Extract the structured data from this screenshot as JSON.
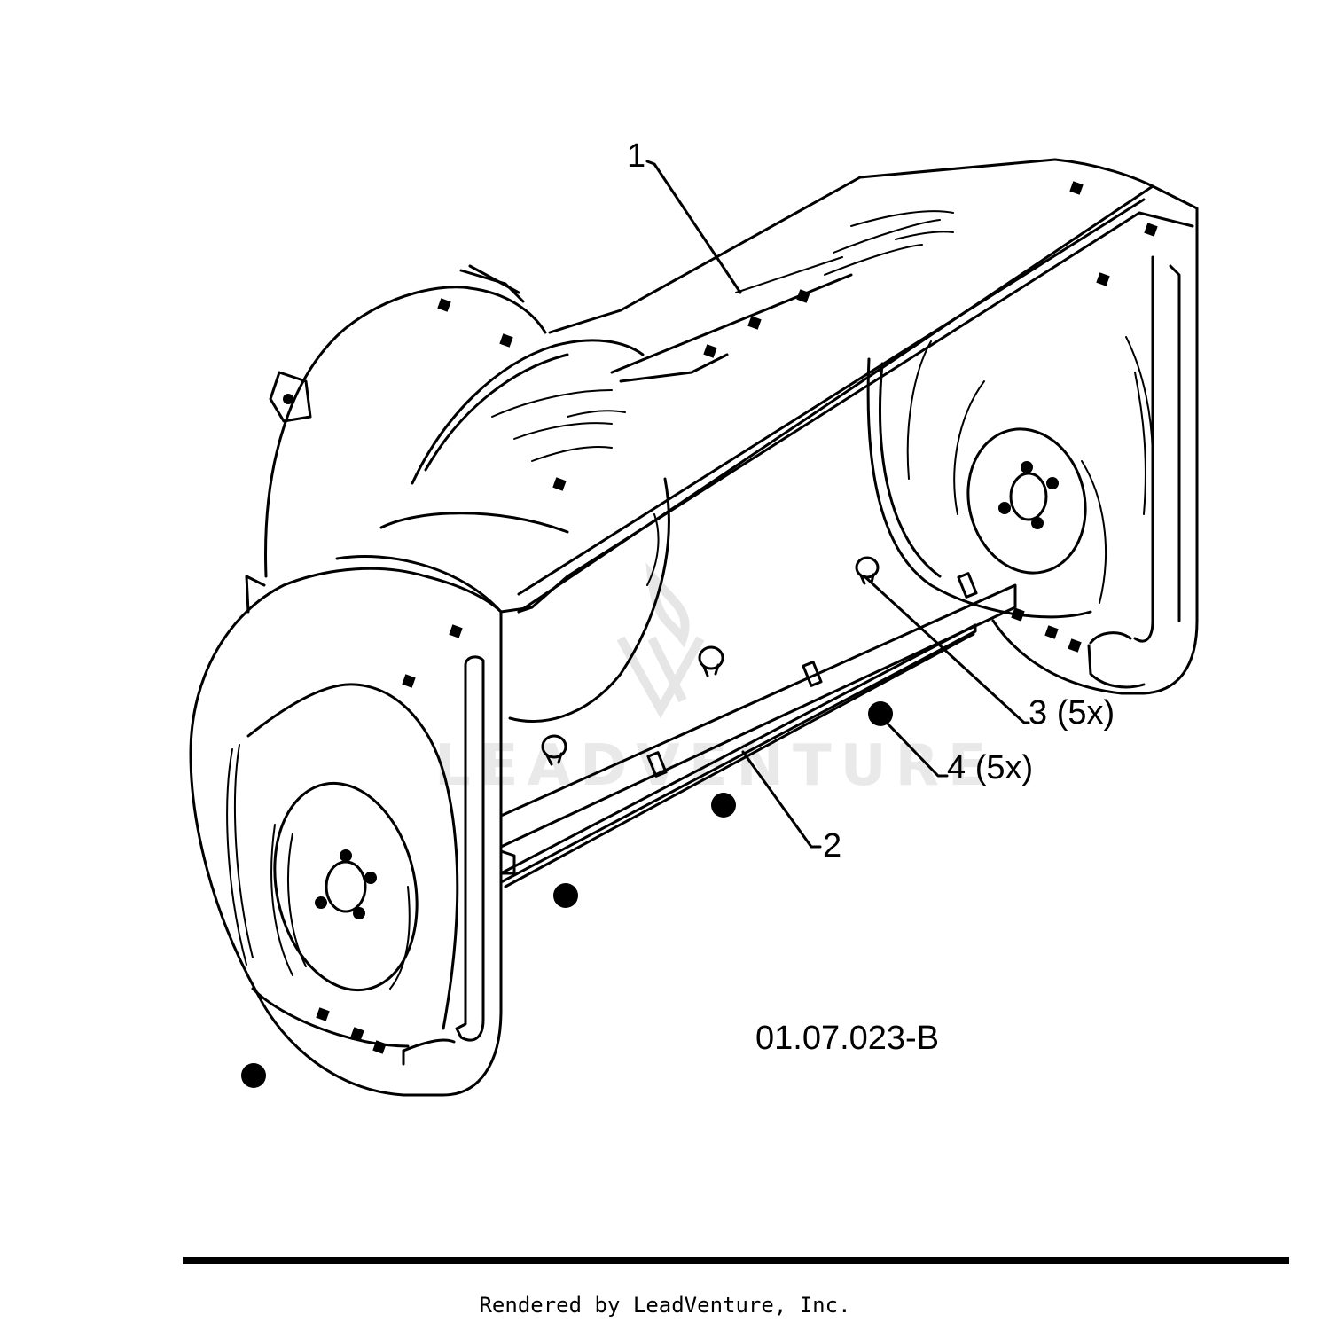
{
  "callouts": [
    {
      "id": "1",
      "text": "1"
    },
    {
      "id": "2",
      "text": "2"
    },
    {
      "id": "3",
      "text": "3 (5x)"
    },
    {
      "id": "4",
      "text": "4 (5x)"
    }
  ],
  "drawing_number": "01.07.023-B",
  "watermark": "LEADVENTURE",
  "footer": "Rendered by LeadVenture, Inc.",
  "colors": {
    "line": "#000000",
    "background": "#ffffff",
    "watermark": "#e9e9e9"
  }
}
